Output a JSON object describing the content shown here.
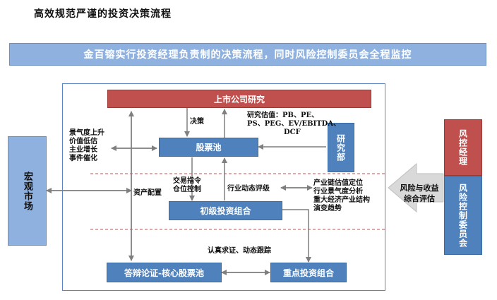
{
  "title": "高效规范严谨的投资决策流程",
  "banner": "金百镕实行投资经理负责制的决策流程，同时风险控制委员会全程监控",
  "nodes": {
    "listed_research": "上市公司研究",
    "stock_pool": "股票池",
    "research_dept": "研究部",
    "macro_market": "宏观市场",
    "primary_portfolio": "初级投资组合",
    "core_pool": "答辩论证-核心股票池",
    "key_portfolio": "重点投资组合",
    "risk_manager": "风控经理",
    "risk_committee": "风险控制委员会",
    "risk_return_eval": "风险与收益综合评估"
  },
  "labels": {
    "decision": "决策",
    "valuation": [
      "研究估值：PB、PE、",
      "PS、PEG、EV/EBITDA、",
      "DCF"
    ],
    "factors": [
      "景气度上升",
      "价值低估",
      "主业增长",
      "事件催化"
    ],
    "asset_alloc": "资产配置",
    "trade_cmd": [
      "交易指令",
      "仓位控制"
    ],
    "dynamic_rating": "行业动态评级",
    "industry": [
      "产业链估值定位",
      "行业景气度分析",
      "重大经济产业结构",
      "演变趋势"
    ],
    "tracking": "认真求证、动态跟踪"
  }
}
